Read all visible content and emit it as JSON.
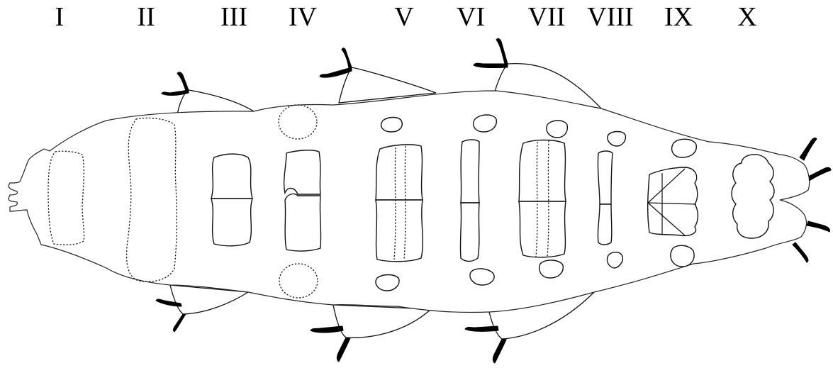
{
  "segment_labels": [
    "I",
    "II",
    "III",
    "IV",
    "V",
    "VI",
    "VII",
    "VIII",
    "IX",
    "X"
  ],
  "colors": {
    "outline": "#222222",
    "claw": "#000000",
    "background": "#ffffff"
  }
}
